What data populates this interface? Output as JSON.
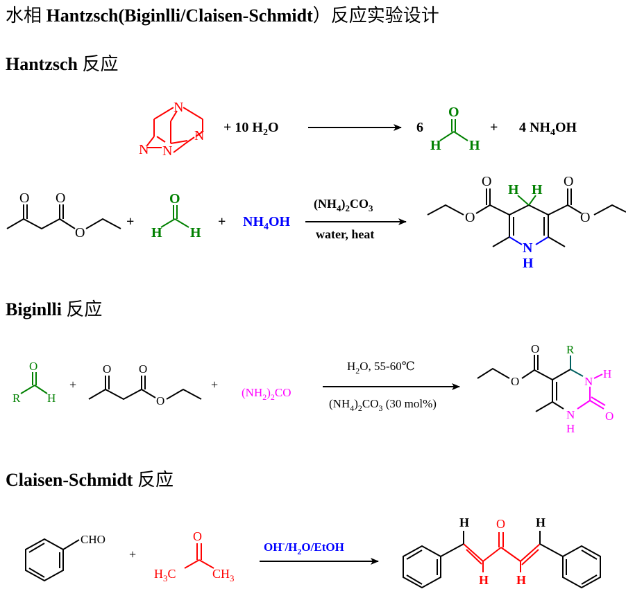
{
  "header": {
    "title_cn_prefix": "水相",
    "title_bold": "Hantzsch(Biginlli/Claisen-Schmidt",
    "title_cn_suffix": "）反应实验设计"
  },
  "sections": [
    {
      "name": "Hantzsch",
      "suffix": "反应"
    },
    {
      "name": "Biginlli",
      "suffix": "反应"
    },
    {
      "name": "Claisen-Schmidt",
      "suffix": "反应"
    }
  ],
  "hantzsch": {
    "eq1": {
      "plus_water": "+ 10 H",
      "water_sub": "2",
      "water_o": "O",
      "coef_6": "6",
      "plus": "+",
      "nh4oh": "4 NH",
      "nh4oh_sub": "4",
      "nh4oh_end": "OH"
    },
    "eq2": {
      "plus1": "+",
      "plus2": "+",
      "nh4oh": "NH",
      "nh4oh_sub": "4",
      "nh4oh_end": "OH",
      "cond_top": "(NH",
      "cond_top_sub1": "4",
      "cond_top_mid": ")",
      "cond_top_sub2": "2",
      "cond_top_end": "CO",
      "cond_top_sub3": "3",
      "cond_bottom": "water, heat"
    }
  },
  "biginlli": {
    "plus1": "+",
    "plus2": "+",
    "urea_pre": "(NH",
    "urea_sub1": "2",
    "urea_mid": ")",
    "urea_sub2": "2",
    "urea_end": "CO",
    "cond_top_a": "H",
    "cond_top_sub": "2",
    "cond_top_b": "O,   55-60℃",
    "cond_bottom_a": "(NH",
    "cond_bottom_sub1": "4",
    "cond_bottom_b": ")",
    "cond_bottom_sub2": "2",
    "cond_bottom_c": "CO",
    "cond_bottom_sub3": "3",
    "cond_bottom_d": " (30 mol%)"
  },
  "claisen": {
    "cho": "CHO",
    "plus": "+",
    "h3c": "H",
    "h3c_sub": "3",
    "h3c_end": "C",
    "ch3": "CH",
    "ch3_sub": "3",
    "cond": "OH",
    "cond_sup": "-",
    "cond_end": "/H",
    "cond_sub": "2",
    "cond_end2": "O/EtOH"
  },
  "atoms": {
    "N": "N",
    "O": "O",
    "H": "H",
    "R": "R"
  },
  "colors": {
    "red": "#ff0000",
    "green": "#008000",
    "blue": "#0000ff",
    "magenta": "#ff00ff",
    "teal": "#006060",
    "black": "#000000"
  }
}
